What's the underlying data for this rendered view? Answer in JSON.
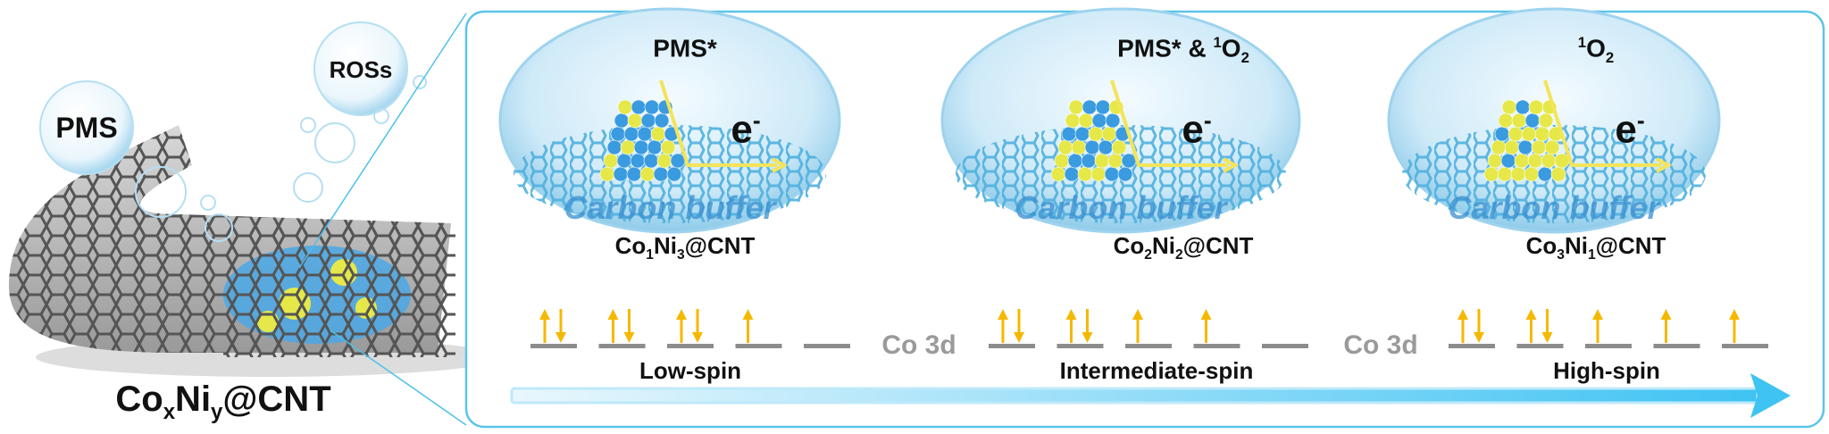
{
  "left": {
    "pms_bubble": "PMS",
    "ros_bubble": "ROSs",
    "catalyst_label": {
      "base1": "Co",
      "sub1": "x",
      "base2": "Ni",
      "sub2": "y",
      "suffix": "@CNT"
    }
  },
  "panels": [
    {
      "title": "PMS*",
      "title_sup": "",
      "title_base": "",
      "title_sub": "",
      "electron": "e",
      "electron_sup": "-",
      "buffer": "Carbon buffer",
      "catalyst": {
        "base1": "Co",
        "sub1": "1",
        "base2": "Ni",
        "sub2": "3",
        "suffix": "@CNT"
      }
    },
    {
      "title": "PMS* & ",
      "title_sup": "1",
      "title_base": "O",
      "title_sub": "2",
      "electron": "e",
      "electron_sup": "-",
      "buffer": "Carbon buffer",
      "catalyst": {
        "base1": "Co",
        "sub1": "2",
        "base2": "Ni",
        "sub2": "2",
        "suffix": "@CNT"
      }
    },
    {
      "title": "",
      "title_sup": "1",
      "title_base": "O",
      "title_sub": "2",
      "electron": "e",
      "electron_sup": "-",
      "buffer": "Carbon buffer",
      "catalyst": {
        "base1": "Co",
        "sub1": "3",
        "base2": "Ni",
        "sub2": "1",
        "suffix": "@CNT"
      }
    }
  ],
  "spin_states": [
    {
      "label": "Low-spin",
      "orbitals": [
        "updown",
        "updown",
        "updown",
        "up",
        "empty"
      ]
    },
    {
      "label": "Intermediate-spin",
      "orbitals": [
        "updown",
        "updown",
        "up",
        "up",
        "empty"
      ]
    },
    {
      "label": "High-spin",
      "orbitals": [
        "updown",
        "updown",
        "up",
        "up",
        "up"
      ]
    }
  ],
  "orbital_label": "Co 3d",
  "colors": {
    "arrow": "#f5b800",
    "level": "#8c8c8c",
    "panel_border": "#5cc4e8",
    "trend_arrow": "#4cc8f4",
    "cobalt": "#3a9be0",
    "nickel": "#e6e84a"
  }
}
